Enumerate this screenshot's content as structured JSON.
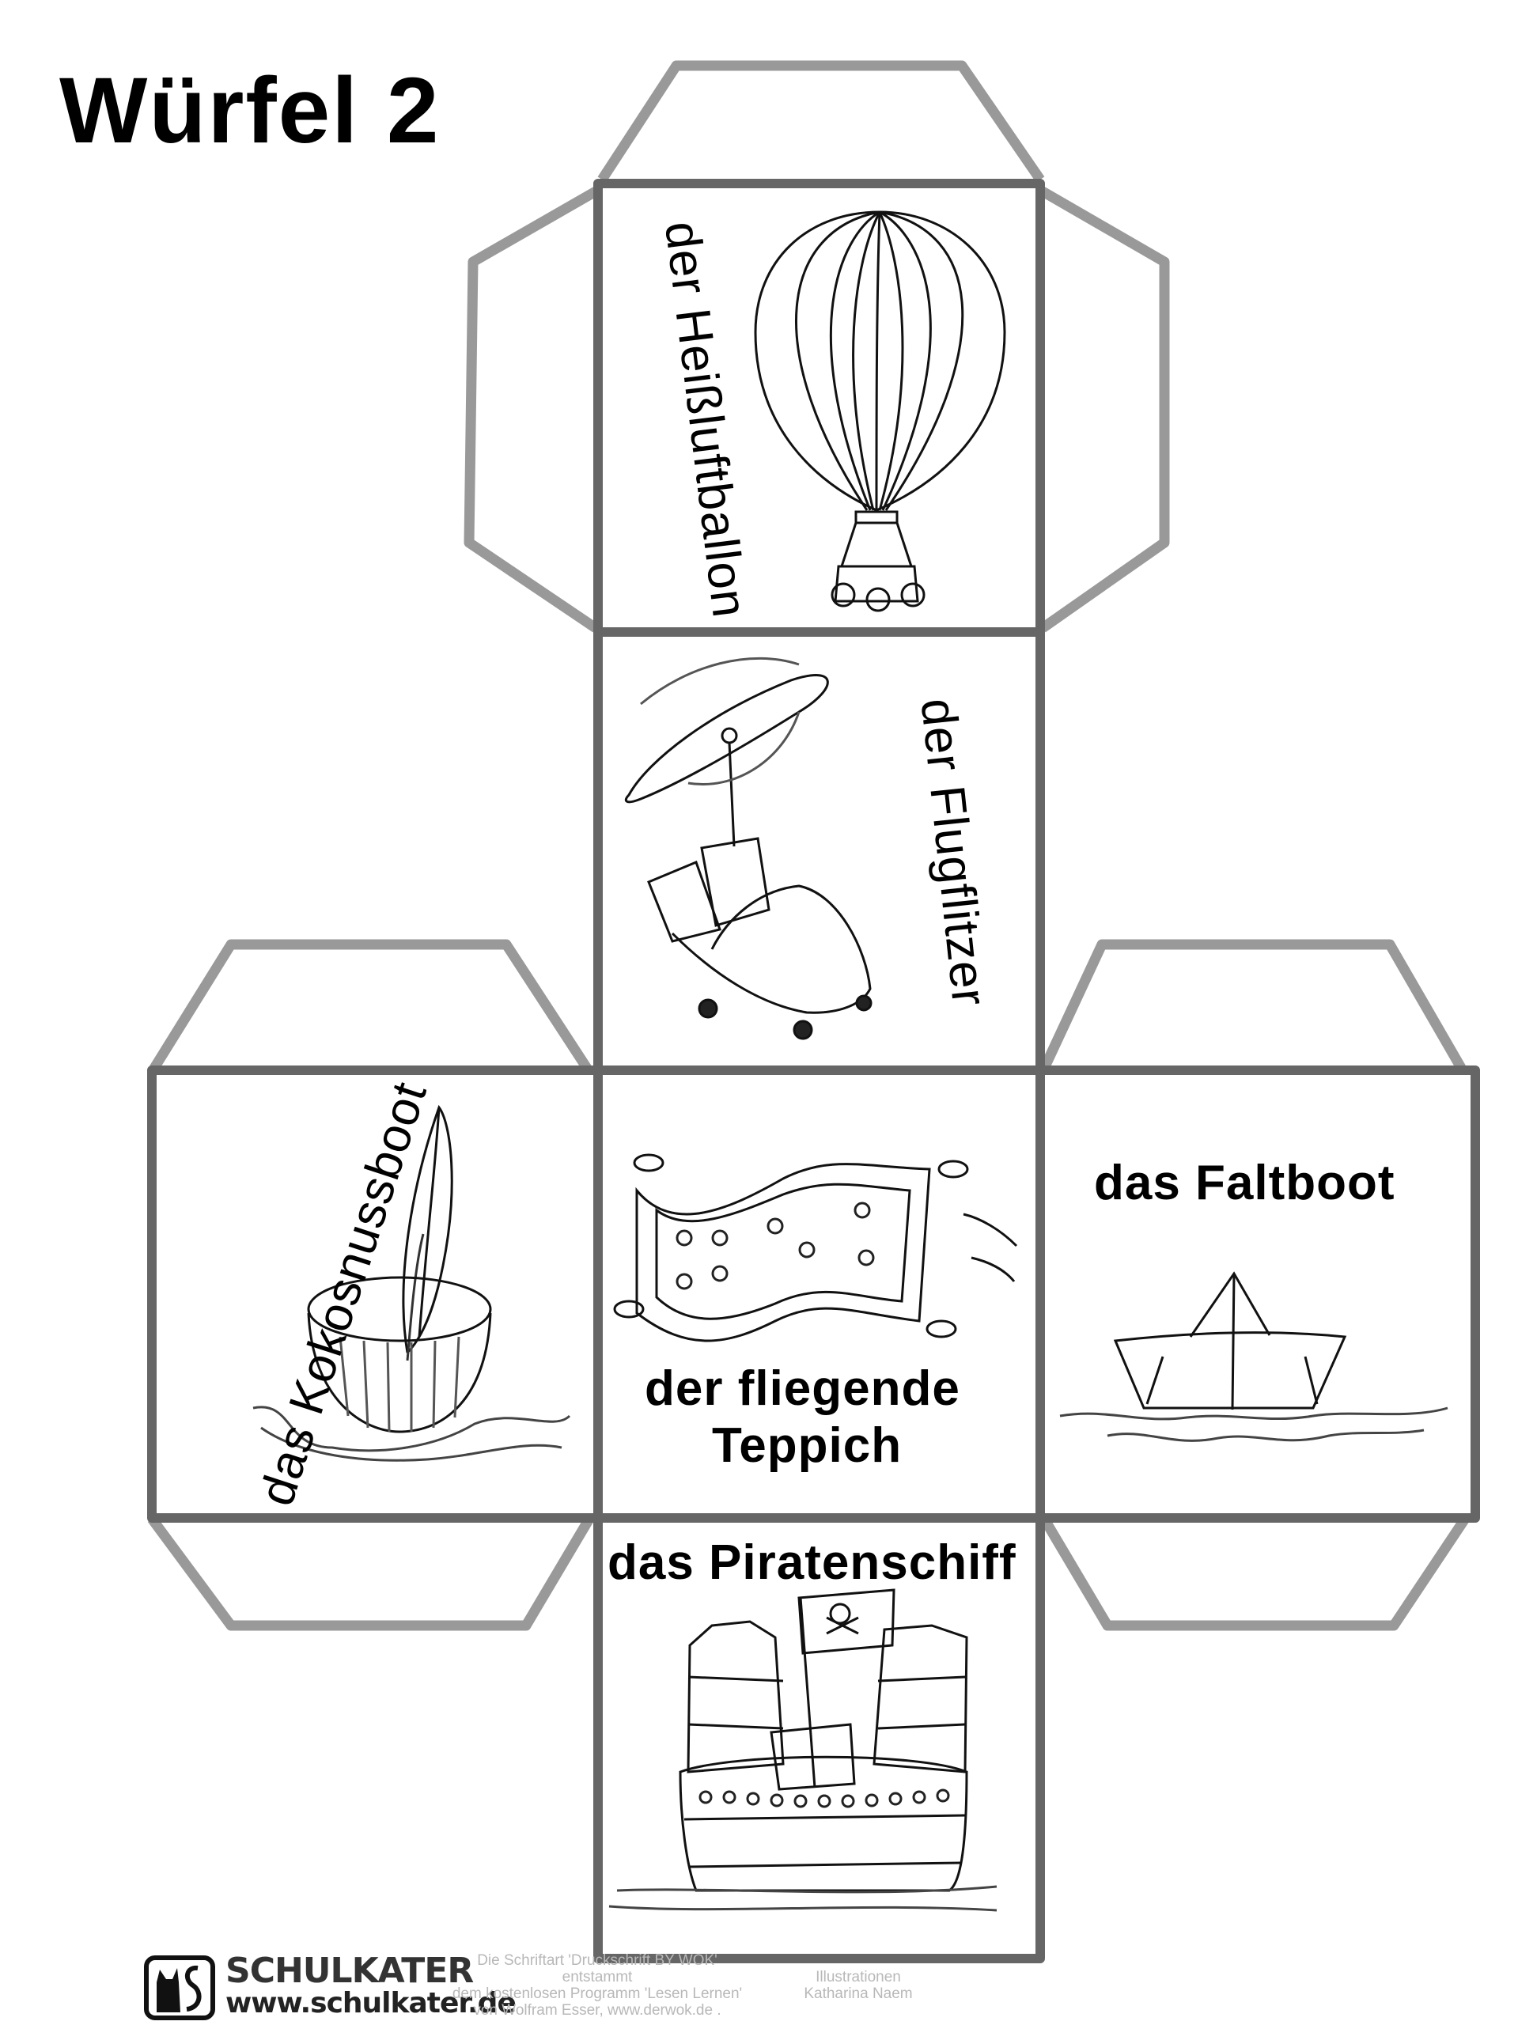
{
  "title": "Würfel 2",
  "faces": {
    "top": {
      "label": "der Heißluftballon",
      "illustration": "hot-air-balloon"
    },
    "upper_middle": {
      "label": "der Flugflitzer",
      "illustration": "flying-chair-helicopter"
    },
    "left": {
      "label": "das Kokosnussboot",
      "illustration": "coconut-boat"
    },
    "center": {
      "label_line1": "der fliegende",
      "label_line2": "Teppich",
      "illustration": "flying-carpet"
    },
    "right": {
      "label": "das Faltboot",
      "illustration": "paper-boat"
    },
    "bottom": {
      "label": "das Piratenschiff",
      "illustration": "pirate-ship"
    }
  },
  "colors": {
    "face_border": "#666666",
    "tab_border": "#999999",
    "ink": "#000000",
    "credit_text": "#b8b8b8"
  },
  "footer": {
    "brand": "SCHULKATER",
    "url": "www.schulkater.de",
    "font_credit": [
      "Die Schriftart 'Druckschrift BY WOK'",
      "entstammt",
      "dem kostenlosen Programm 'Lesen Lernen'",
      "von Wolfram Esser, www.derwok.de ."
    ],
    "illustration_credit": [
      "Illustrationen",
      "Katharina Naem"
    ],
    "logo_icon": "cat-s-logo-icon"
  }
}
